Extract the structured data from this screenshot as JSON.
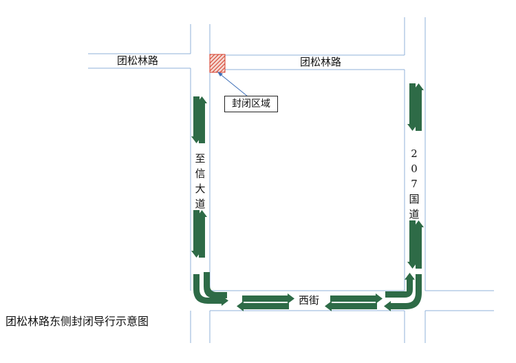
{
  "roads": {
    "north_west": "团松林路",
    "north_east": "团松林路",
    "west_avenue": "至信大道",
    "east_highway": "207国道",
    "south_street": "西街"
  },
  "closed_zone": {
    "label": "封闭区域"
  },
  "caption": "团松林路东侧封闭导行示意图",
  "colors": {
    "road_line": "#8fb0d8",
    "arrow": "#2e6b47",
    "closed_zone": "#d43b2a",
    "leader": "#3d6fb8"
  },
  "icons": {
    "closed_zone": "hatched-square",
    "flow": "traffic-direction-arrow"
  }
}
